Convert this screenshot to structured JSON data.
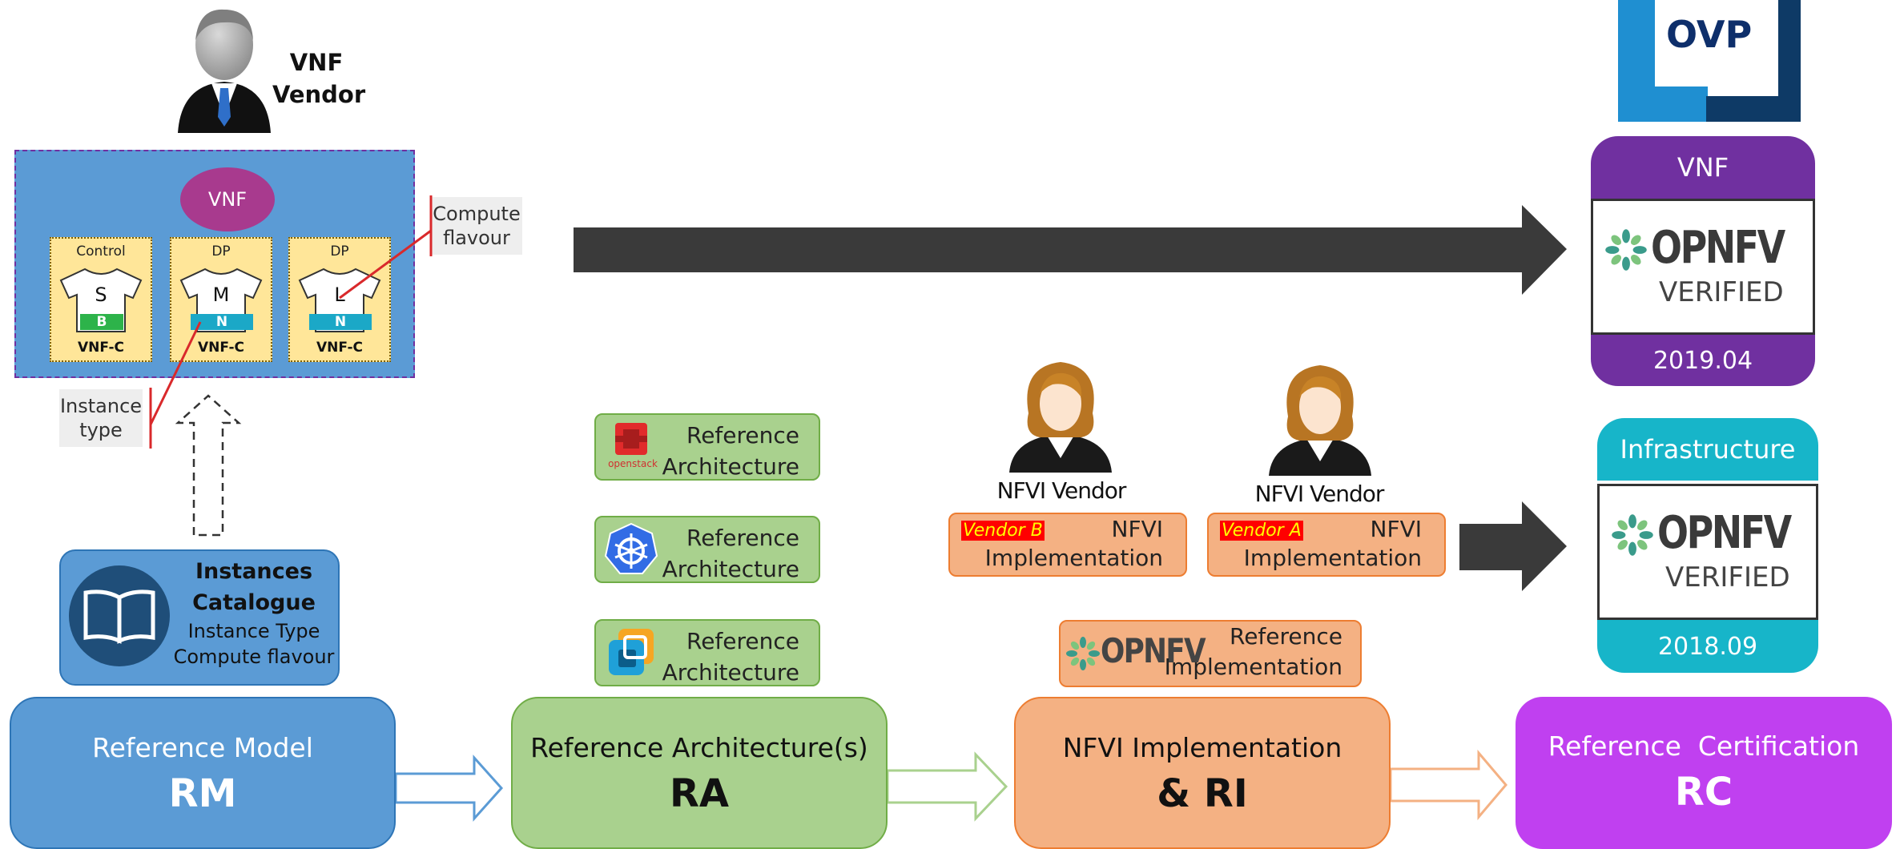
{
  "vnf_vendor": {
    "line1": "VNF",
    "line2": "Vendor"
  },
  "vnf_panel": {
    "vnf_label": "VNF",
    "components": [
      {
        "role": "Control",
        "size": "S",
        "type": "B",
        "type_color": "#2db34a",
        "footer": "VNF-C"
      },
      {
        "role": "DP",
        "size": "M",
        "type": "N",
        "type_color": "#1ba8c7",
        "footer": "VNF-C"
      },
      {
        "role": "DP",
        "size": "L",
        "type": "N",
        "type_color": "#1ba8c7",
        "footer": "VNF-C"
      }
    ]
  },
  "callouts": {
    "compute_flavour": {
      "line1": "Compute",
      "line2": "flavour"
    },
    "instance_type": {
      "line1": "Instance",
      "line2": "type"
    }
  },
  "catalogue": {
    "title1": "Instances",
    "title2": "Catalogue",
    "line1": "Instance Type",
    "line2": "Compute flavour",
    "icon": "book-icon"
  },
  "ref_architectures": [
    {
      "icon": "openstack-icon",
      "icon_text": "openstack",
      "line1": "Reference",
      "line2": "Architecture"
    },
    {
      "icon": "kubernetes-icon",
      "line1": "Reference",
      "line2": "Architecture"
    },
    {
      "icon": "vmware-icon",
      "line1": "Reference",
      "line2": "Architecture"
    }
  ],
  "nfvi_vendors": [
    {
      "caption": "NFVI Vendor",
      "tag": "Vendor B",
      "line1": "NFVI",
      "line2": "Implementation"
    },
    {
      "caption": "NFVI Vendor",
      "tag": "Vendor A",
      "line1": "NFVI",
      "line2": "Implementation"
    }
  ],
  "opnfv_ref_impl": {
    "logo": "OPNFV",
    "line1": "Reference",
    "line2": "Implementation"
  },
  "ovp_logo": {
    "text": "OVP"
  },
  "certs": [
    {
      "header": "VNF",
      "logo": "OPNFV",
      "verified": "VERIFIED",
      "footer": "2019.04",
      "color": "#7030a0"
    },
    {
      "header": "Infrastructure",
      "logo": "OPNFV",
      "verified": "VERIFIED",
      "footer": "2018.09",
      "color": "#17b5c9"
    }
  ],
  "stages": [
    {
      "title": "Reference Model",
      "abbr": "RM",
      "color": "#5b9bd5"
    },
    {
      "title": "Reference Architecture(s)",
      "abbr": "RA",
      "color": "#a9d18e"
    },
    {
      "title": "NFVI Implementation",
      "abbr": "& RI",
      "color": "#f4b183"
    },
    {
      "title": "Reference  Certification",
      "abbr": "RC",
      "color": "#c040f0"
    }
  ]
}
